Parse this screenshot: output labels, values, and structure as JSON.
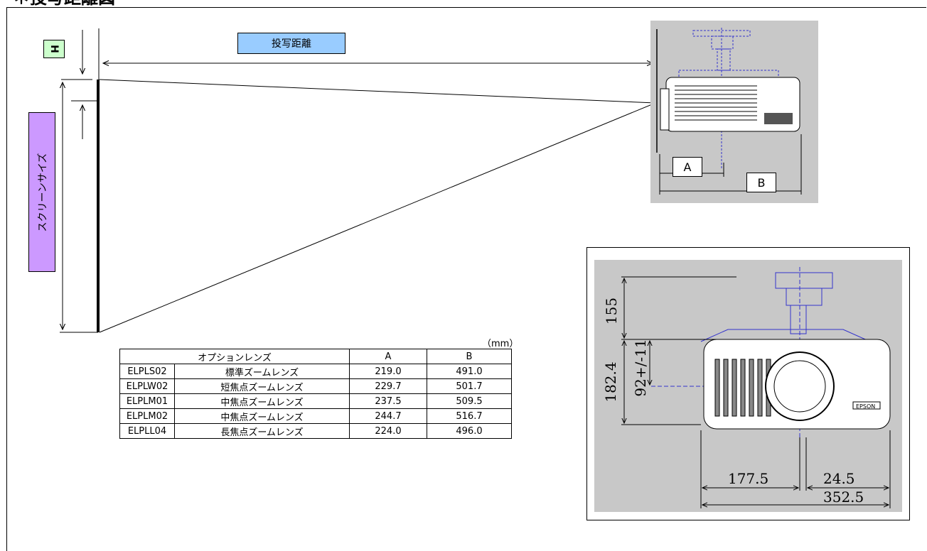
{
  "page_title": "＊投写距離図",
  "labels": {
    "h": "H",
    "distance": "投写距離",
    "screen_size": "スクリーンサイズ",
    "a": "A",
    "b": "B"
  },
  "unit": "（mm）",
  "lens_table": {
    "header": [
      "オプションレンズ",
      "A",
      "B"
    ],
    "rows": [
      {
        "model": "ELPLS02",
        "name": "標準ズームレンズ",
        "a": "219.0",
        "b": "491.0"
      },
      {
        "model": "ELPLW02",
        "name": "短焦点ズームレンズ",
        "a": "229.7",
        "b": "501.7"
      },
      {
        "model": "ELPLM01",
        "name": "中焦点ズームレンズ",
        "a": "237.5",
        "b": "509.5"
      },
      {
        "model": "ELPLM02",
        "name": "中焦点ズームレンズ",
        "a": "244.7",
        "b": "516.7"
      },
      {
        "model": "ELPLL04",
        "name": "長焦点ズームレンズ",
        "a": "224.0",
        "b": "496.0"
      }
    ]
  },
  "front_view": {
    "dim_155": "155",
    "dim_182_4": "182.4",
    "dim_92": "92+/-11",
    "dim_177_5": "177.5",
    "dim_24_5": "24.5",
    "dim_352_5": "352.5",
    "logo": "EPSON"
  },
  "colors": {
    "h_label_bg": "#ccffcc",
    "distance_label_bg": "#99ccff",
    "screen_label_bg": "#cc99ff",
    "panel_bg": "#c8c8c8",
    "mount_blue": "#3333cc"
  }
}
